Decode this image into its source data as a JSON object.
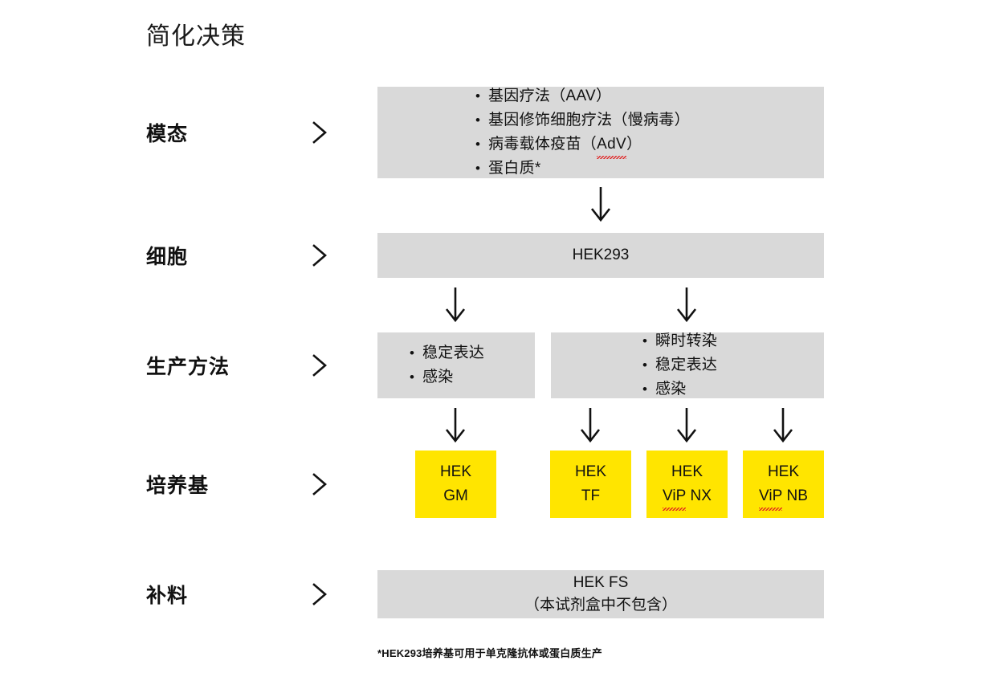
{
  "slide": {
    "title": "简化决策",
    "footnote": "*HEK293培养基可用于单克隆抗体或蛋白质生产",
    "colors": {
      "box_grey": "#d9d9d9",
      "box_yellow": "#ffe500",
      "text": "#111111",
      "spellcheck_underline": "#e02020",
      "background": "#ffffff"
    }
  },
  "rows": [
    {
      "label": "模态",
      "chevron": "chevron-right-icon"
    },
    {
      "label": "细胞",
      "chevron": "chevron-right-icon"
    },
    {
      "label": "生产方法",
      "chevron": "chevron-right-icon"
    },
    {
      "label": "培养基",
      "chevron": "chevron-right-icon"
    },
    {
      "label": "补料",
      "chevron": "chevron-right-icon"
    }
  ],
  "modality": {
    "items": [
      {
        "text": "基因疗法（AAV）",
        "misspelled": ""
      },
      {
        "text": "基因修饰细胞疗法（慢病毒）",
        "misspelled": ""
      },
      {
        "pre": "病毒载体疫苗（",
        "misspelled": "AdV",
        "post": "）"
      },
      {
        "text": "蛋白质*",
        "misspelled": ""
      }
    ]
  },
  "cell": {
    "name": "HEK293"
  },
  "production": {
    "left": {
      "items": [
        "稳定表达",
        "感染"
      ]
    },
    "right": {
      "items": [
        "瞬时转染",
        "稳定表达",
        "感染"
      ]
    }
  },
  "media": [
    {
      "line1": "HEK",
      "line2": "GM",
      "misspelled": "",
      "line2_post": ""
    },
    {
      "line1": "HEK",
      "line2": "TF",
      "misspelled": "",
      "line2_post": ""
    },
    {
      "line1": "HEK",
      "line2": "",
      "misspelled": "ViP",
      "line2_post": " NX"
    },
    {
      "line1": "HEK",
      "line2": "",
      "misspelled": "ViP",
      "line2_post": " NB"
    }
  ],
  "feed": {
    "line1": "HEK FS",
    "line2": "（本试剂盒中不包含）"
  },
  "arrows": {
    "tier1": [
      "down-arrow-icon"
    ],
    "tier2": [
      "down-arrow-icon",
      "down-arrow-icon"
    ],
    "tier3": [
      "down-arrow-icon",
      "down-arrow-icon",
      "down-arrow-icon",
      "down-arrow-icon"
    ]
  }
}
